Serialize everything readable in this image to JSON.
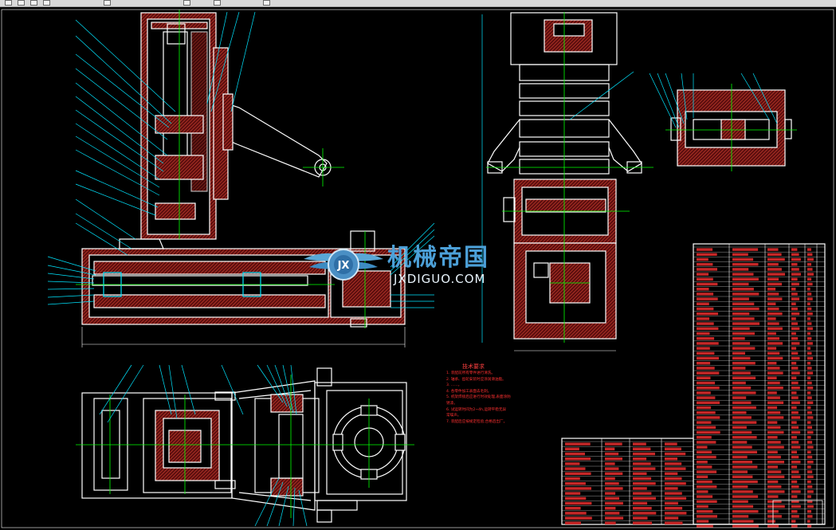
{
  "window": {
    "toolbar_icons": [
      "zoom-window-icon",
      "zoom-in-icon",
      "zoom-out-icon",
      "pan-icon",
      "print-icon",
      "layer-icon",
      "properties-icon",
      "redo-icon"
    ]
  },
  "watermark": {
    "cn": "机械帝国",
    "en": "JXDIGUO.COM",
    "emblem_text": "JX"
  },
  "tech_requirements": {
    "title": "技术要求",
    "items": [
      "1. 装配前所有零件进行清洗。",
      "2. 轴承、齿轮安装时应涂润滑油脂。",
      "3. ......。",
      "4. 各零件加工表面去毛刺。",
      "5. 机架焊接后应进行时效处理,表面涂防",
      "锈漆。",
      "6. 试运转时间为2~4h,运转平稳无异",
      "常噪声。",
      "7. 装配后应按规定检验,合格后出厂。"
    ]
  },
  "colors": {
    "background": "#000000",
    "outline": "#ffffff",
    "hatch": "#b22222",
    "leader": "#00e5ff",
    "centerline": "#00ff00",
    "text_red": "#ff3030"
  }
}
